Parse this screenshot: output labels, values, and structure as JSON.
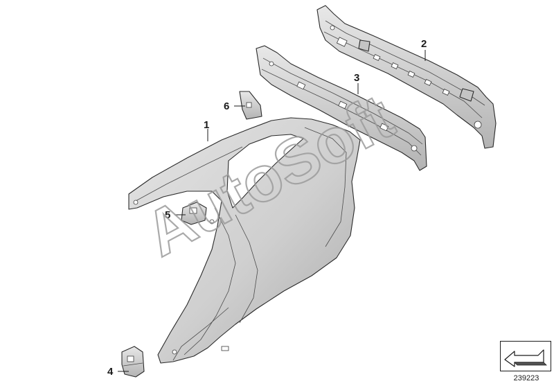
{
  "diagram": {
    "callouts": [
      {
        "id": "1",
        "label": "1"
      },
      {
        "id": "2",
        "label": "2"
      },
      {
        "id": "3",
        "label": "3"
      },
      {
        "id": "4",
        "label": "4"
      },
      {
        "id": "5",
        "label": "5"
      },
      {
        "id": "6",
        "label": "6"
      }
    ],
    "watermark": "AutoSoft",
    "reference_code": "239223",
    "nav_icon": "forward-arrow-icon",
    "colors": {
      "part_fill": "#d6d6d6",
      "part_shade": "#b8b8b8",
      "outline": "#2a2a2a",
      "watermark": "#9c9c9c"
    }
  }
}
